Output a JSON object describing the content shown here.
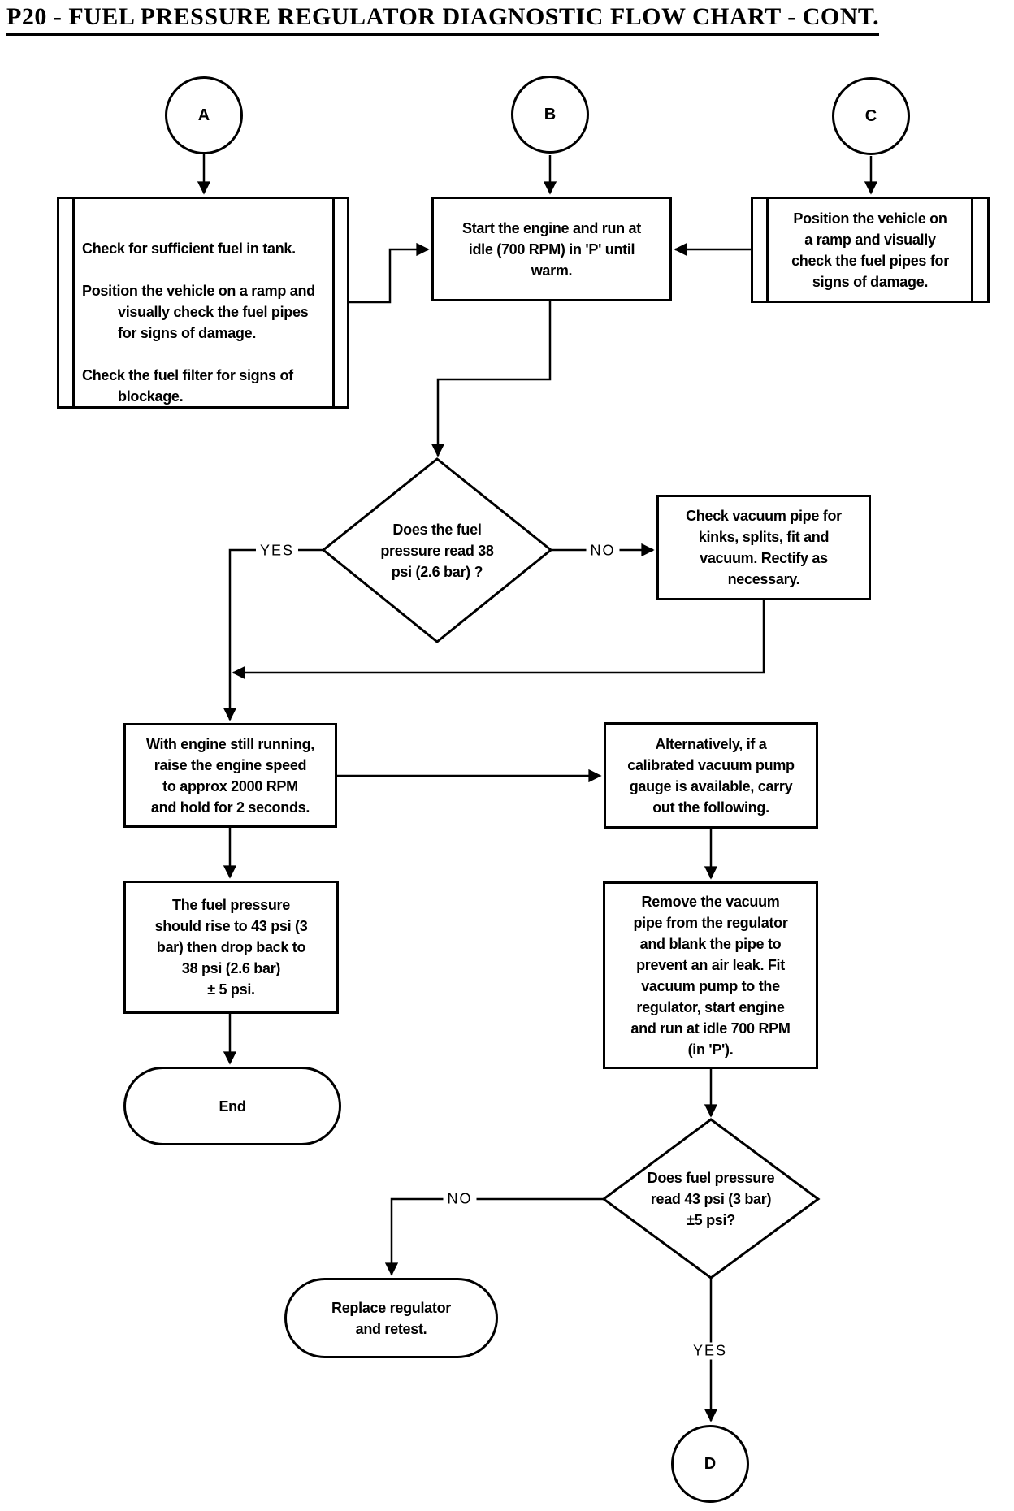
{
  "page": {
    "title": "P20 - FUEL PRESSURE REGULATOR DIAGNOSTIC FLOW CHART - CONT."
  },
  "colors": {
    "ink": "#000000",
    "background": "#ffffff"
  },
  "connector_circles": {
    "a": "A",
    "b": "B",
    "c": "C",
    "d": "D"
  },
  "nodes": {
    "fuel_check": {
      "lines": [
        "Check for sufficient fuel in tank.",
        "Position the vehicle on a ramp and visually check the fuel pipes for signs of damage.",
        "Check the fuel filter for signs of blockage."
      ]
    },
    "start_engine": "Start the engine and run at\nidle (700 RPM) in 'P' until\nwarm.",
    "position_vehicle": "Position the vehicle on\na ramp and visually\ncheck the fuel pipes for\nsigns of damage.",
    "pressure_38_question": "Does the fuel\npressure read 38\npsi (2.6 bar) ?",
    "check_vacuum_pipe": "Check vacuum pipe for\nkinks, splits, fit and\nvacuum. Rectify as\nnecessary.",
    "raise_engine_speed": "With engine still running,\nraise the engine speed\nto approx 2000 RPM\nand hold for 2 seconds.",
    "alternatively_vacuum_pump": "Alternatively, if a\ncalibrated vacuum pump\ngauge is available, carry\nout the following.",
    "pressure_should_rise": "The fuel pressure\nshould rise to 43 psi (3\nbar) then drop back to\n38 psi (2.6 bar)\n± 5 psi.",
    "remove_vacuum_pipe": "Remove the vacuum\npipe from the regulator\nand blank the pipe to\nprevent an air leak. Fit\nvacuum pump to the\nregulator, start engine\nand run at idle 700 RPM\n(in 'P').",
    "end_terminator": "End",
    "replace_regulator": "Replace regulator\nand retest.",
    "pressure_43_question": "Does fuel pressure\nread 43 psi (3 bar)\n±5 psi?"
  },
  "edge_labels": {
    "yes1": "YES",
    "no1": "NO",
    "no2": "NO",
    "yes2": "YES"
  }
}
